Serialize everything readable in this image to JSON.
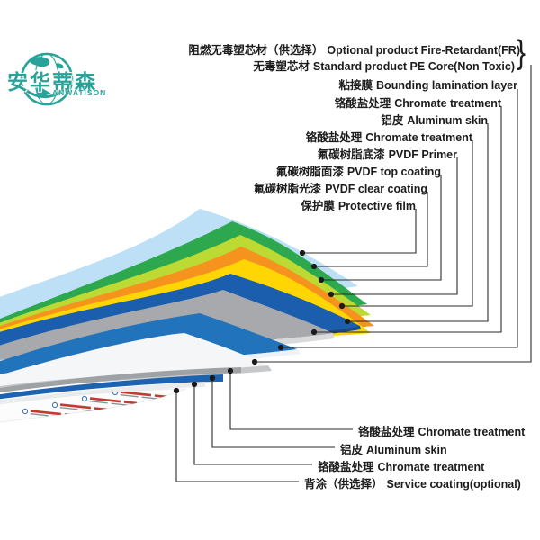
{
  "logo": {
    "zh": "安华蒂森",
    "en": "ANWATISON",
    "color": "#27A399"
  },
  "brace_glyph": "}",
  "labels_top": [
    {
      "zh": "阻燃无毒塑芯材（供选择）",
      "en": "Optional product Fire-Retardant(FR)"
    },
    {
      "zh": "无毒塑芯材",
      "en": "Standard product PE Core(Non Toxic)"
    },
    {
      "zh": "粘接膜",
      "en": "Bounding lamination layer"
    },
    {
      "zh": "铬酸盐处理",
      "en": "Chromate treatment"
    },
    {
      "zh": "铝皮",
      "en": "Aluminum  skin"
    },
    {
      "zh": "铬酸盐处理",
      "en": "Chromate treatment"
    },
    {
      "zh": "氟碳树脂底漆",
      "en": "PVDF Primer"
    },
    {
      "zh": "氟碳树脂面漆",
      "en": "PVDF top coating"
    },
    {
      "zh": "氟碳树脂光漆",
      "en": "PVDF clear coating"
    },
    {
      "zh": "保护膜",
      "en": "Protective film"
    }
  ],
  "labels_bottom": [
    {
      "zh": "铬酸盐处理",
      "en": "Chromate  treatment"
    },
    {
      "zh": "铝皮",
      "en": "Aluminum  skin"
    },
    {
      "zh": "铬酸盐处理",
      "en": "Chromate  treatment"
    },
    {
      "zh": "背涂（供选择）",
      "en": "Service  coating(optional)"
    }
  ],
  "diagram": {
    "leader_line_color": "#2b2b2b",
    "dot_color": "#1a1a1a",
    "layers": [
      {
        "name": "protective-film",
        "color": "#BEE0F6"
      },
      {
        "name": "pvdf-clear-coating",
        "color": "#2DA84E"
      },
      {
        "name": "pvdf-top-coating",
        "color": "#BCD934"
      },
      {
        "name": "pvdf-primer",
        "color": "#F6921E"
      },
      {
        "name": "chromate-treatment-yellow",
        "color": "#FFD503"
      },
      {
        "name": "aluminum-skin-top",
        "color": "#1B5EAD",
        "side": "#154C90"
      },
      {
        "name": "chromate-treatment-gray",
        "color": "#A7A9AC",
        "side": "#D8DADB"
      },
      {
        "name": "bounding-lamination-layer",
        "color": "#2173BC",
        "side": "#EDF2F8"
      },
      {
        "name": "pe-core",
        "color": "#F5F6F7",
        "side": "#C6C8CB"
      },
      {
        "name": "chromate-treatment-bottom",
        "color": "#9FA2A5"
      },
      {
        "name": "aluminum-skin-bottom",
        "color": "#1E63AF"
      },
      {
        "name": "chromate-treatment-bottom-2",
        "color": "#E9EBED"
      },
      {
        "name": "service-coating-face",
        "color": "#FCFCFD"
      }
    ],
    "print": {
      "red": "#C23A30",
      "gray": "#8C9296",
      "blue": "#3B6FB5"
    }
  }
}
